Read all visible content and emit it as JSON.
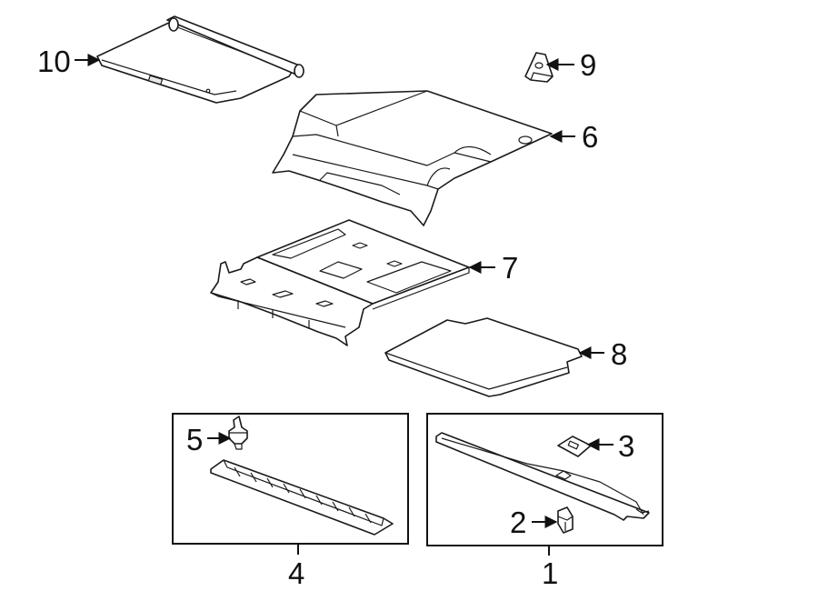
{
  "callouts": {
    "c1": "1",
    "c2": "2",
    "c3": "3",
    "c4": "4",
    "c5": "5",
    "c6": "6",
    "c7": "7",
    "c8": "8",
    "c9": "9",
    "c10": "10"
  },
  "parts": [
    {
      "number": "1",
      "shape": "cargo-cover-assembly"
    },
    {
      "number": "2",
      "shape": "retainer-clip"
    },
    {
      "number": "3",
      "shape": "access-plate"
    },
    {
      "number": "4",
      "shape": "trim-panel-assembly"
    },
    {
      "number": "5",
      "shape": "push-pin-fastener"
    },
    {
      "number": "6",
      "shape": "load-floor-trim-panel"
    },
    {
      "number": "7",
      "shape": "load-floor-panel"
    },
    {
      "number": "8",
      "shape": "floor-mat"
    },
    {
      "number": "9",
      "shape": "bracket"
    },
    {
      "number": "10",
      "shape": "luggage-cover-shade"
    }
  ]
}
